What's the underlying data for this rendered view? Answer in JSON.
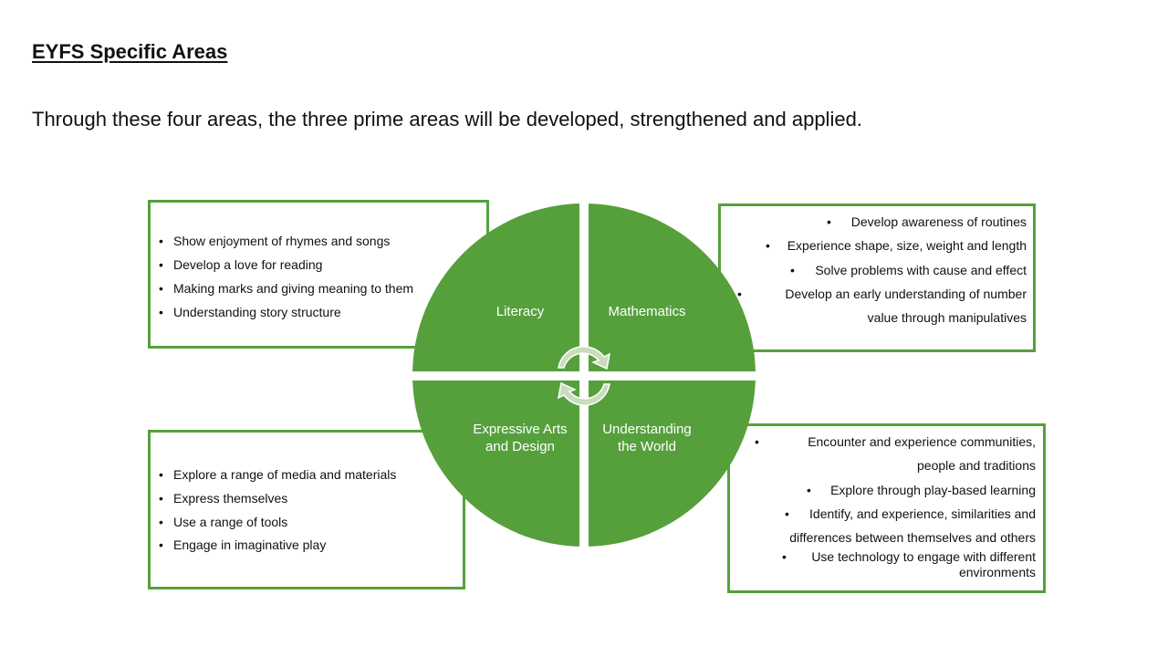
{
  "title": "EYFS Specific Areas",
  "subtitle": "Through these four areas, the three prime areas will be developed, strengthened and applied.",
  "colors": {
    "accent": "#56a03c",
    "arrow": "#c9dcbc"
  },
  "quadrants": {
    "literacy": "Literacy",
    "mathematics": "Mathematics",
    "arts": [
      "Expressive Arts",
      "and Design"
    ],
    "world": [
      "Understanding",
      "the World"
    ]
  },
  "literacy_box": [
    "Show enjoyment of rhymes and songs",
    "Develop a love for reading",
    "Making marks and giving meaning to them",
    "Understanding story structure"
  ],
  "maths_box": [
    "Develop awareness of routines",
    "Experience shape, size, weight and length",
    "Solve problems with cause and effect",
    "Develop an early understanding of number",
    "value through manipulatives"
  ],
  "arts_box": [
    "Explore a range of media and materials",
    "Express themselves",
    "Use a range of tools",
    "Engage in imaginative play"
  ],
  "world_box": [
    "Encounter and experience communities,",
    "people and traditions",
    "Explore through play-based learning",
    "Identify, and experience, similarities and",
    "differences between themselves and others",
    "Use technology to engage with different",
    "environments"
  ]
}
